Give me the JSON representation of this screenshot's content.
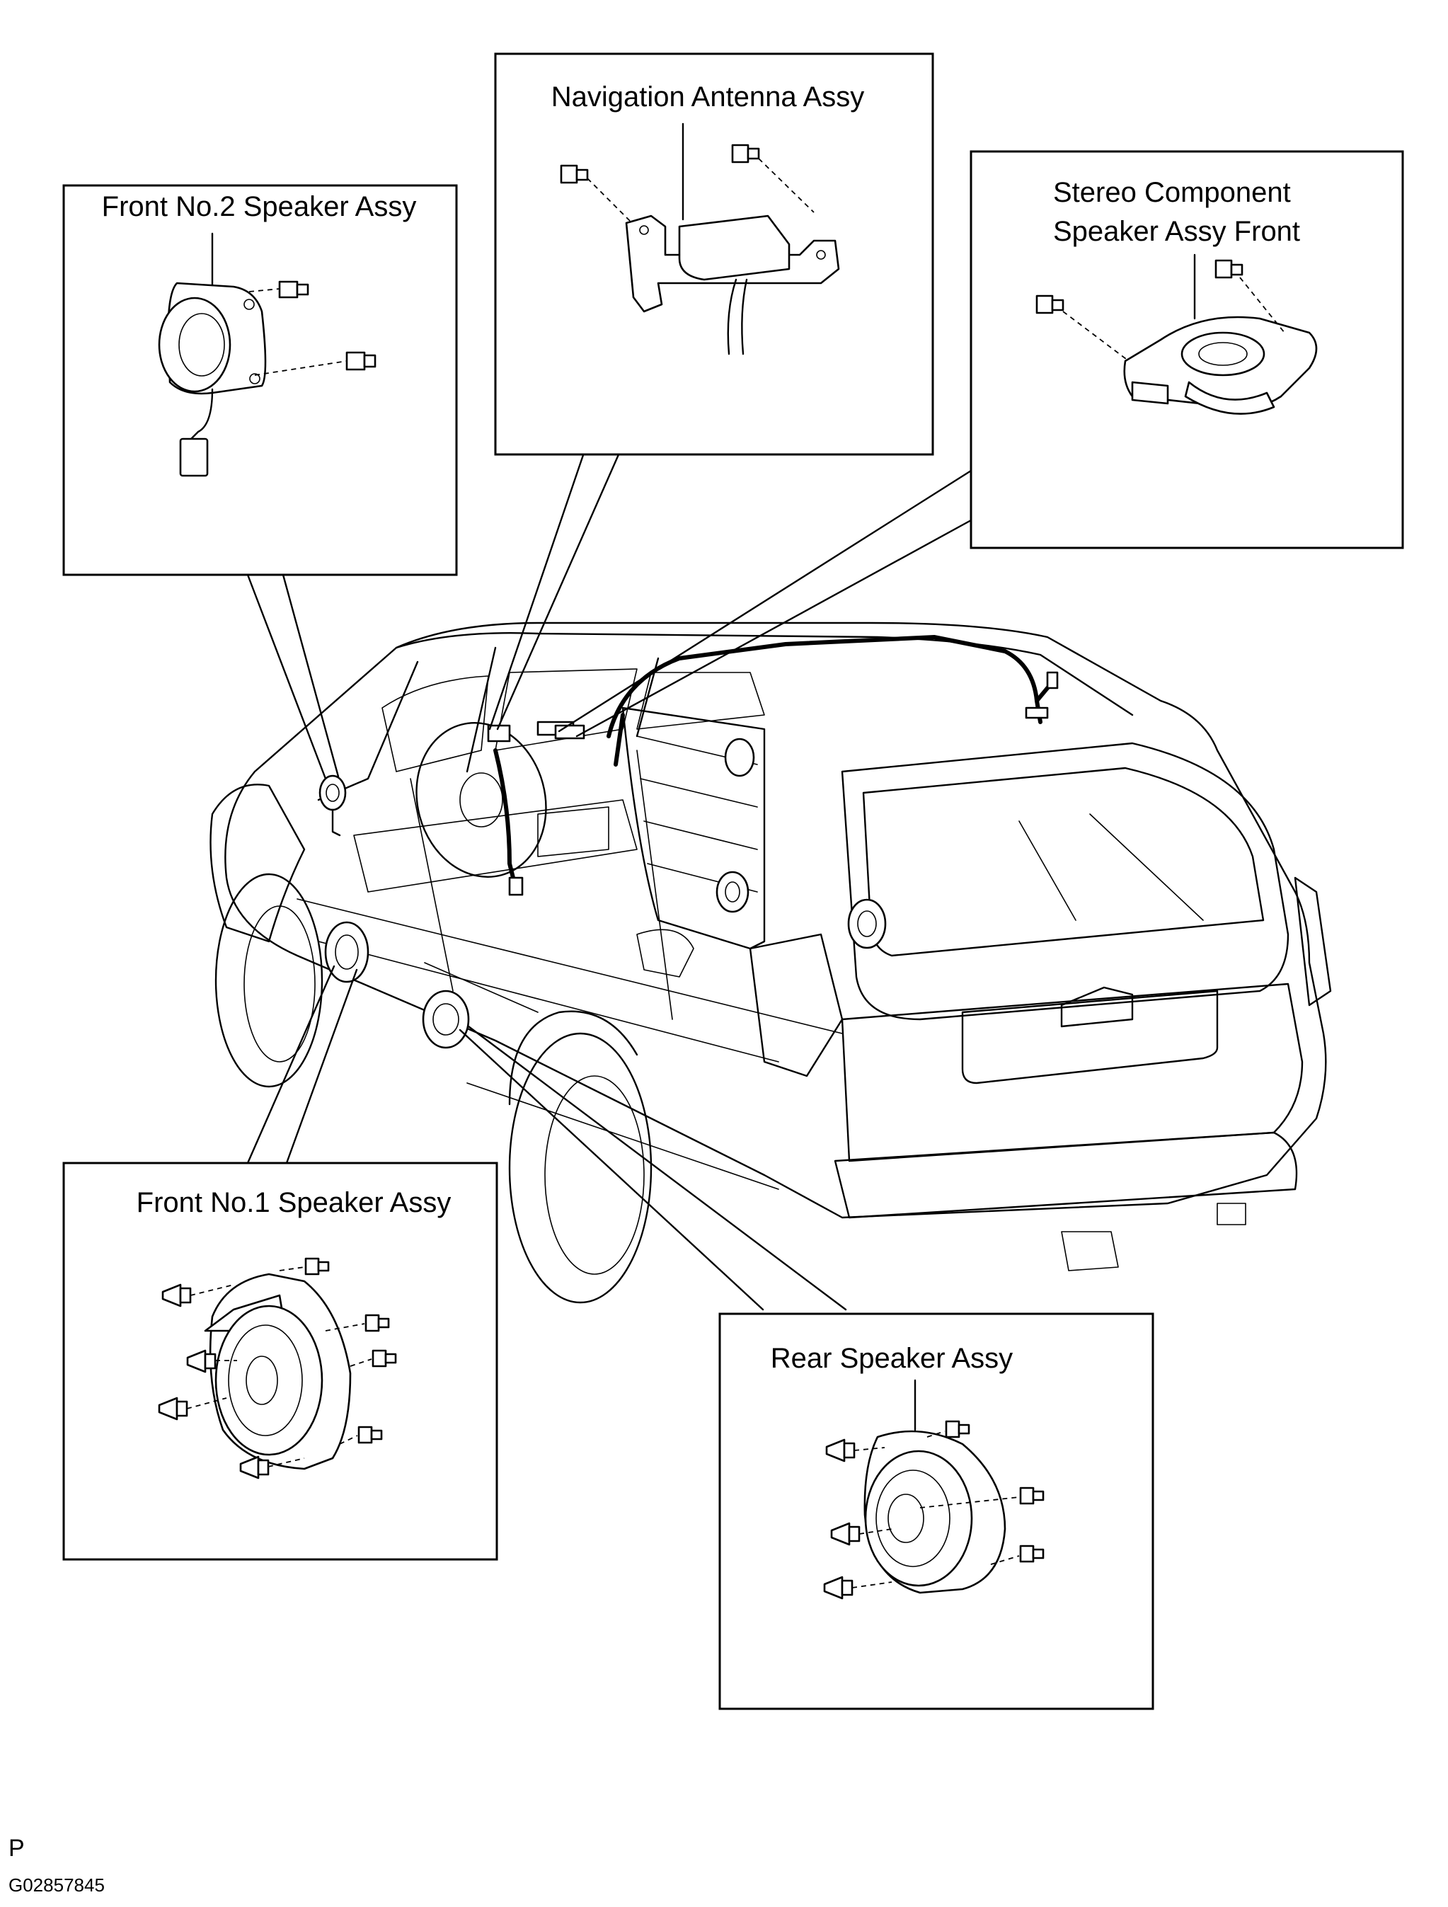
{
  "callouts": {
    "front_no2": "Front No.2 Speaker Assy",
    "nav_antenna": "Navigation Antenna Assy",
    "stereo_line1": "Stereo Component",
    "stereo_line2": "Speaker Assy Front",
    "front_no1": "Front No.1 Speaker Assy",
    "rear": "Rear Speaker Assy"
  },
  "footer": {
    "section": "P",
    "figure_code": "G02857845"
  }
}
